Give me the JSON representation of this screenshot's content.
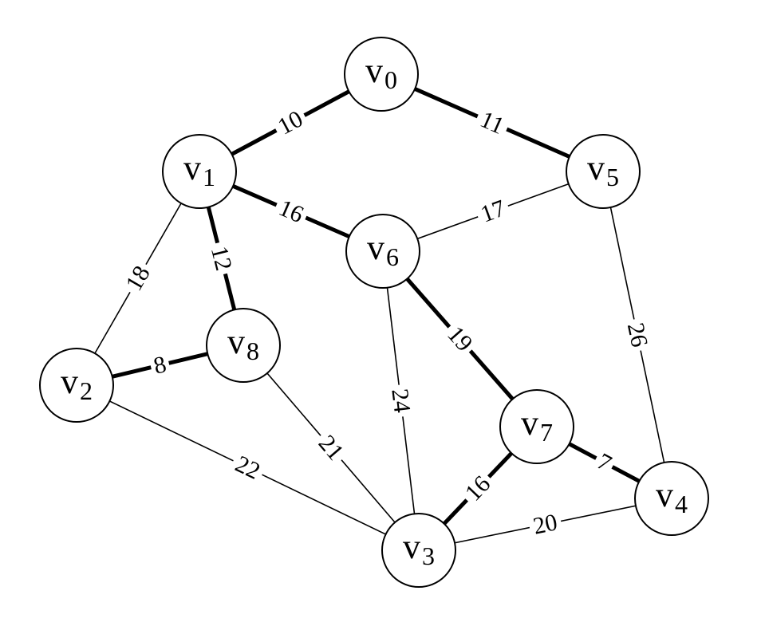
{
  "graph": {
    "nodes": [
      {
        "id": "v0",
        "letter": "v",
        "sub": "0"
      },
      {
        "id": "v1",
        "letter": "v",
        "sub": "1"
      },
      {
        "id": "v2",
        "letter": "v",
        "sub": "2"
      },
      {
        "id": "v3",
        "letter": "v",
        "sub": "3"
      },
      {
        "id": "v4",
        "letter": "v",
        "sub": "4"
      },
      {
        "id": "v5",
        "letter": "v",
        "sub": "5"
      },
      {
        "id": "v6",
        "letter": "v",
        "sub": "6"
      },
      {
        "id": "v7",
        "letter": "v",
        "sub": "7"
      },
      {
        "id": "v8",
        "letter": "v",
        "sub": "8"
      }
    ],
    "edges": [
      {
        "from": "v0",
        "to": "v1",
        "weight": "10",
        "bold": true
      },
      {
        "from": "v0",
        "to": "v5",
        "weight": "11",
        "bold": true
      },
      {
        "from": "v1",
        "to": "v6",
        "weight": "16",
        "bold": true
      },
      {
        "from": "v1",
        "to": "v8",
        "weight": "12",
        "bold": true
      },
      {
        "from": "v1",
        "to": "v2",
        "weight": "18",
        "bold": false
      },
      {
        "from": "v5",
        "to": "v6",
        "weight": "17",
        "bold": false
      },
      {
        "from": "v5",
        "to": "v4",
        "weight": "26",
        "bold": false
      },
      {
        "from": "v2",
        "to": "v8",
        "weight": "8",
        "bold": true
      },
      {
        "from": "v2",
        "to": "v3",
        "weight": "22",
        "bold": false
      },
      {
        "from": "v8",
        "to": "v3",
        "weight": "21",
        "bold": false
      },
      {
        "from": "v6",
        "to": "v3",
        "weight": "24",
        "bold": false
      },
      {
        "from": "v6",
        "to": "v7",
        "weight": "19",
        "bold": true
      },
      {
        "from": "v7",
        "to": "v3",
        "weight": "16",
        "bold": true
      },
      {
        "from": "v7",
        "to": "v4",
        "weight": "7",
        "bold": true
      },
      {
        "from": "v3",
        "to": "v4",
        "weight": "20",
        "bold": false
      }
    ]
  }
}
